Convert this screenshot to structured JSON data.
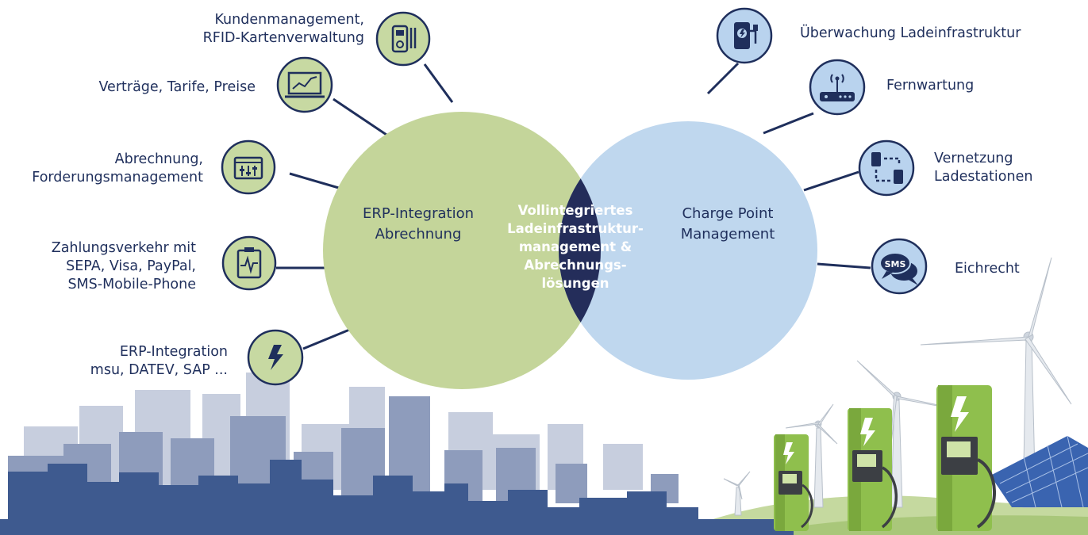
{
  "colors": {
    "navy": "#1f2f5c",
    "green_circle": "#c4d59a",
    "blue_circle": "#bfd7ee",
    "green_icon_bg": "#c7d9a2",
    "blue_icon_bg": "#b9d3ee",
    "lens": "#242d5a",
    "charger_green": "#8fbf4d",
    "city_dark": "#3e5a8f",
    "city_mid": "#8e9cbc",
    "city_light": "#c7cede"
  },
  "left_circle": {
    "label_lines": [
      "ERP-Integration",
      "Abrechnung"
    ]
  },
  "right_circle": {
    "label_lines": [
      "Charge Point",
      "Management"
    ]
  },
  "center": {
    "label_lines": [
      "Vollintegriertes",
      "Ladeinfrastruktur-",
      "management &",
      "Abrechnungs-",
      "lösungen"
    ]
  },
  "left_items": [
    {
      "icon": "multimeter-icon",
      "lines": [
        "Kundenmanagement,",
        "RFID-Kartenverwaltung"
      ]
    },
    {
      "icon": "laptop-chart-icon",
      "lines": [
        "Verträge, Tarife, Preise"
      ]
    },
    {
      "icon": "control-panel-icon",
      "lines": [
        "Abrechnung,",
        "Forderungsmanagement"
      ]
    },
    {
      "icon": "clipboard-pulse-icon",
      "lines": [
        "Zahlungsverkehr mit",
        "SEPA, Visa, PayPal,",
        "SMS-Mobile-Phone"
      ]
    },
    {
      "icon": "lightning-icon",
      "lines": [
        "ERP-Integration",
        "msu, DATEV, SAP ..."
      ]
    }
  ],
  "right_items": [
    {
      "icon": "charging-station-icon",
      "lines": [
        "Überwachung Ladeinfrastruktur"
      ]
    },
    {
      "icon": "router-icon",
      "lines": [
        "Fernwartung"
      ]
    },
    {
      "icon": "network-stations-icon",
      "lines": [
        "Vernetzung",
        "Ladestationen"
      ]
    },
    {
      "icon": "sms-bubble-icon",
      "lines": [
        "Eichrecht"
      ]
    }
  ]
}
